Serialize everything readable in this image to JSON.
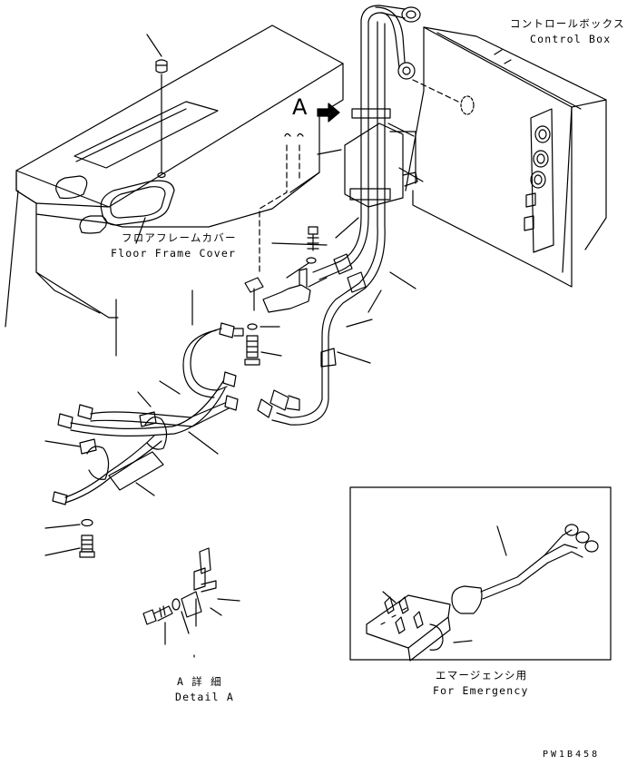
{
  "labels": {
    "control_box_jp": "コントロールボックス",
    "control_box_en": "Control Box",
    "floor_frame_cover_jp": "フロアフレームカバー",
    "floor_frame_cover_en": "Floor Frame Cover",
    "view_letter": "A",
    "detail_jp": "A 詳 細",
    "detail_en": "Detail A",
    "emergency_jp": "エマージェンシ用",
    "emergency_en": "For Emergency",
    "drawing_code": "PW1B458"
  },
  "colors": {
    "line": "#000000",
    "background": "#ffffff"
  }
}
